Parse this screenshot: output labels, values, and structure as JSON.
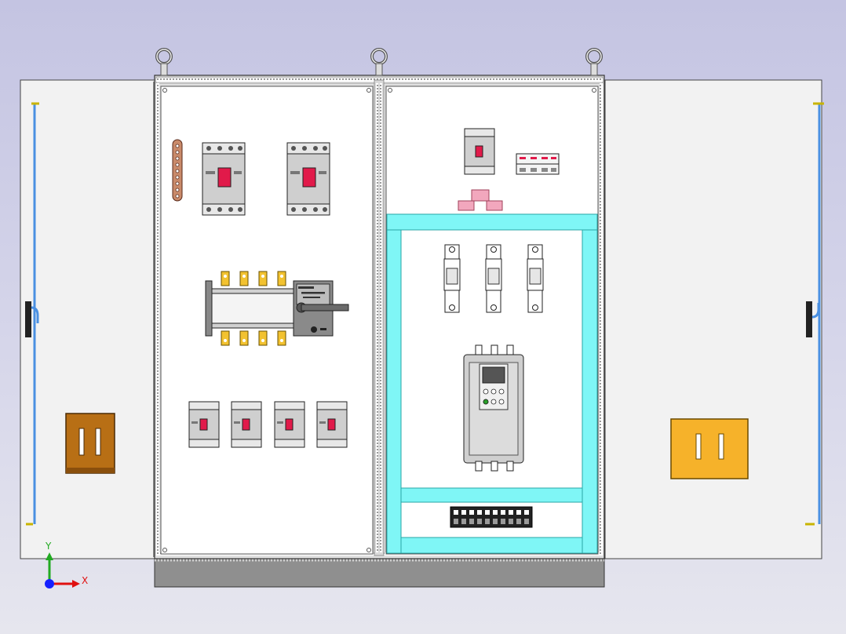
{
  "view": {
    "axis_triad": {
      "x_label": "X",
      "y_label": "Y"
    }
  },
  "colors": {
    "background_top": "#c4c4e2",
    "cabinet_interior": "#ffffff",
    "door_panel": "#f2f2f2",
    "din_rail": "#7ff6f6",
    "breaker_body": "#cfcfcf",
    "breaker_handle": "#e11a4a",
    "pink_terminals": "#f2a7bd",
    "busbar": "#c98a6a",
    "latch_left": "#b86f15",
    "latch_right": "#f6b22a",
    "handle_rod": "#4a90e2",
    "plinth": "#8f8f8f",
    "axis_x": "#e01010",
    "axis_y": "#22aa22",
    "axis_origin": "#1520ff"
  },
  "components": {
    "main_breakers": 2,
    "transfer_switch": 1,
    "branch_breakers": 4,
    "fuse_holders": 3,
    "vfd": 1,
    "terminal_blocks": 10,
    "lifting_eyes": 3
  }
}
